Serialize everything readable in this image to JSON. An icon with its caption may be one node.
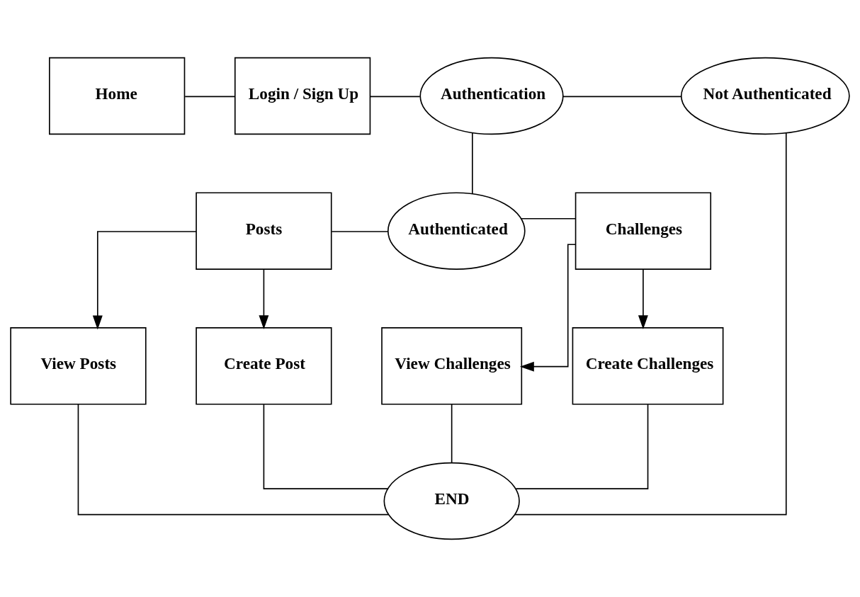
{
  "diagram": {
    "nodes": [
      {
        "text": [
          "Home"
        ]
      },
      {
        "text": [
          "Login / Sign Up"
        ]
      },
      {
        "text": [
          "Authentication"
        ]
      },
      {
        "text": [
          "Not Authenticated"
        ]
      },
      {
        "text": [
          "Posts"
        ]
      },
      {
        "text": [
          "Authenticated"
        ]
      },
      {
        "text": [
          "Challenges"
        ]
      },
      {
        "text": [
          "Create Post"
        ]
      },
      {
        "text": [
          "View Posts"
        ]
      },
      {
        "text": [
          "Create Challenges"
        ]
      },
      {
        "text": [
          "View Challenges"
        ]
      },
      {
        "text": [
          "END"
        ]
      }
    ],
    "edges": [
      {
        "from": 0,
        "to": 1,
        "arrow": "none"
      },
      {
        "from": 1,
        "to": 2,
        "arrow": "none"
      },
      {
        "from": 2,
        "to": 3,
        "arrow": "none"
      },
      {
        "from": 2,
        "to": 5,
        "arrow": "none"
      },
      {
        "from": 4,
        "to": 5,
        "arrow": "none"
      },
      {
        "from": 5,
        "to": 6,
        "arrow": "none"
      },
      {
        "from": 4,
        "to": 7,
        "arrow": "to"
      },
      {
        "from": 4,
        "to": 8,
        "arrow": "to"
      },
      {
        "from": 6,
        "to": 9,
        "arrow": "to"
      },
      {
        "from": 6,
        "to": 10,
        "arrow": "to"
      },
      {
        "from": 7,
        "to": 11,
        "arrow": "none"
      },
      {
        "from": 8,
        "to": 11,
        "arrow": "none"
      },
      {
        "from": 9,
        "to": 11,
        "arrow": "none"
      },
      {
        "from": 10,
        "to": 11,
        "arrow": "none"
      },
      {
        "from": 11,
        "to": 3,
        "arrow": "none"
      }
    ]
  }
}
